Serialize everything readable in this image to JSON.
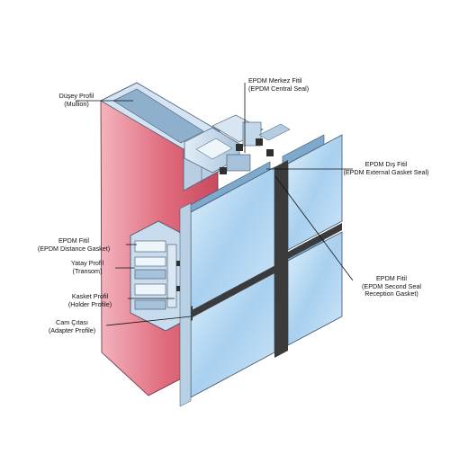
{
  "labels": {
    "mullion": {
      "line1": "Düşey Profil",
      "line2": "(Mullion)"
    },
    "central_seal": {
      "line1": "EPDM Merkez Fitil",
      "line2": "(EPDM Central Seal)"
    },
    "external_gasket": {
      "line1": "EPDM Dış Fitil",
      "line2": "(EPDM External Gasket Seal)"
    },
    "distance_gasket": {
      "line1": "EPDM Fitil",
      "line2": "(EPDM Distance Gasket)"
    },
    "transom": {
      "line1": "Yatay Profil",
      "line2": "(Transom)"
    },
    "holder_profile": {
      "line1": "Kasket Profil",
      "line2": "(Holder Profile)"
    },
    "adapter_profile": {
      "line1": "Cam Çıtası",
      "line2": "(Adapter Profile)"
    },
    "second_seal": {
      "line1": "EPDM Fitil",
      "line2": "(EPDM Second Seal",
      "line3": "Reception Gasket)"
    }
  },
  "colors": {
    "mullion_side": "#dc5f73",
    "mullion_side_light": "#f2a7b2",
    "aluminium": "#c8dcee",
    "aluminium_dark": "#8aa9c6",
    "glass": "#a9d1f0",
    "glass_light": "#d8ecfa",
    "gasket": "#3b3b3b",
    "leader": "#111111"
  }
}
